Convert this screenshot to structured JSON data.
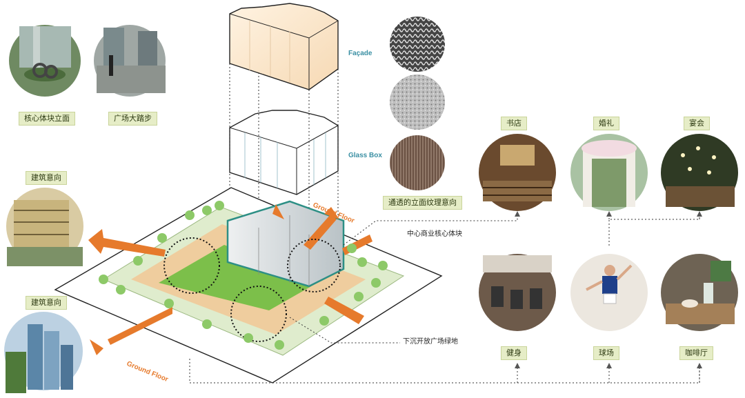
{
  "labels": {
    "core_facade": "核心体块立面",
    "plaza_steps": "广场大踏步",
    "arch_intent_1": "建筑意向",
    "arch_intent_2": "建筑意向",
    "texture_intent": "通透的立面纹理意向",
    "central_core": "中心商业核心体块",
    "sunken_plaza": "下沉开放广场绿地",
    "bookstore": "书店",
    "wedding": "婚礼",
    "banquet": "宴会",
    "fitness": "健身",
    "court": "球场",
    "cafe": "咖啡厅"
  },
  "layers": {
    "facade": "Façade",
    "glass_box": "Glass Box",
    "ground_floor_top": "Ground Floor",
    "ground_floor_bottom": "Ground Floor"
  },
  "colors": {
    "accent_orange": "#e67a2c",
    "teal": "#3a8fa3",
    "label_bg": "#e6edc7",
    "green": "#7cbf4a"
  }
}
